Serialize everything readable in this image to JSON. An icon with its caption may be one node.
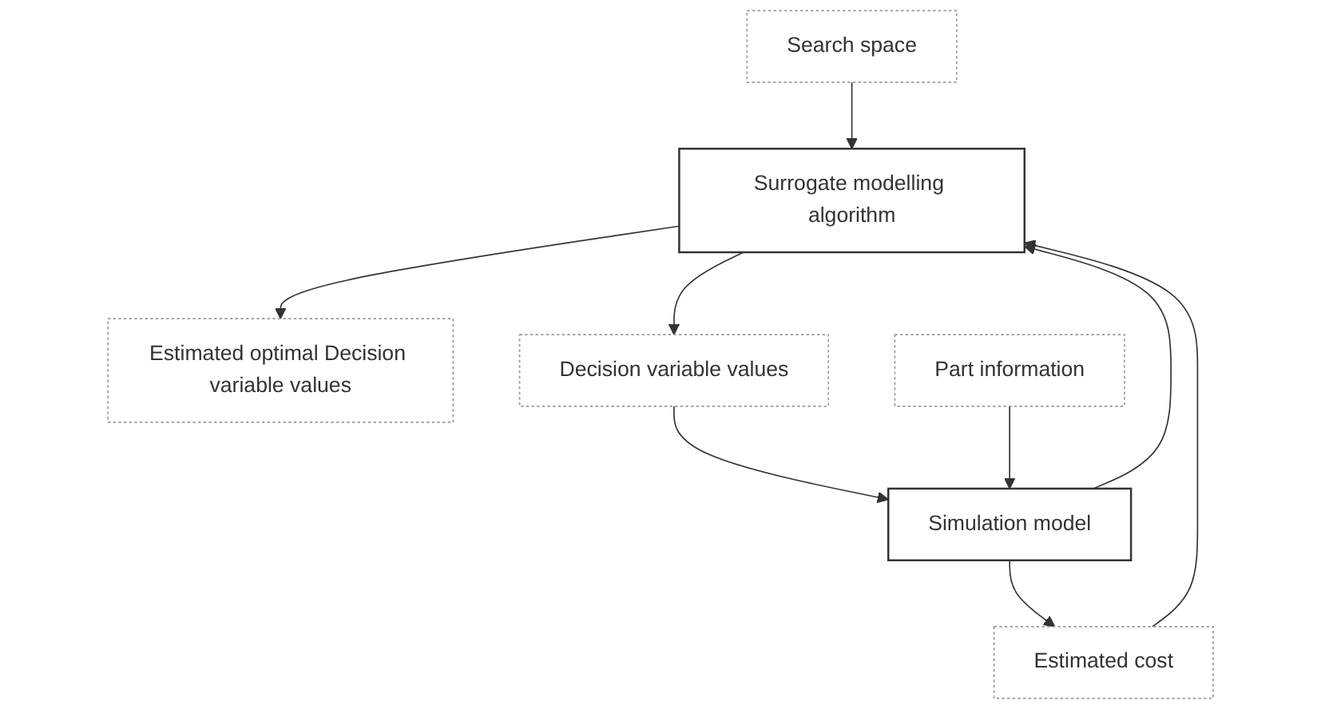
{
  "diagram": {
    "nodes": [
      {
        "text": [
          "Search space"
        ]
      },
      {
        "text": [
          "Surrogate modelling algorithm"
        ]
      },
      {
        "text": [
          "Estimated optimal Decision variable values"
        ]
      },
      {
        "text": [
          "Decision variable values"
        ]
      },
      {
        "text": [
          "Estimated cost"
        ]
      },
      {
        "text": [
          "Part information"
        ]
      },
      {
        "text": [
          "Simulation model"
        ]
      }
    ],
    "edges": [
      {
        "from": 0,
        "to": 1,
        "arrow": "to"
      },
      {
        "from": 1,
        "to": 2,
        "arrow": "to"
      },
      {
        "from": 1,
        "to": 3,
        "arrow": "to"
      },
      {
        "from": 3,
        "to": 6,
        "arrow": "to"
      },
      {
        "from": 6,
        "to": 1,
        "arrow": "to"
      },
      {
        "from": 6,
        "to": 4,
        "arrow": "to"
      },
      {
        "from": 4,
        "to": 1,
        "arrow": "to"
      },
      {
        "from": 5,
        "to": 6,
        "arrow": "to"
      }
    ]
  }
}
